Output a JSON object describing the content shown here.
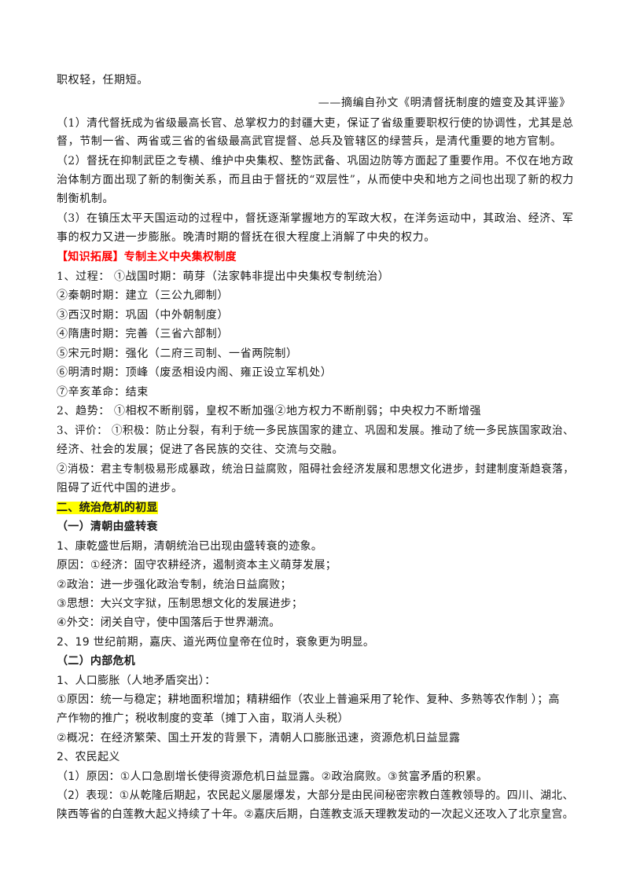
{
  "part1": {
    "l0": "职权轻，任期短。",
    "source": "——摘编自孙文《明清督抚制度的嬗变及其评鉴》",
    "p1a": "（1）清代督抚成为省级最高长官、总掌权力的封疆大吏，保证了省级重要职权行使的协调性，尤其是总",
    "p1b": "督，节制一省、两省或三省的省级最高武官提督、总兵及管辖区的绿营兵，是清代重要的地方官制。",
    "p2a": "（2）督抚在抑制武臣之专横、维护中央集权、整饬武备、巩固边防等方面起了重要作用。不仅在地方政",
    "p2b": "治体制方面出现了新的制衡关系，而且由于督抚的“双层性”，从而使中央和地方之间也出现了新的权力",
    "p2c": "制衡机制。",
    "p3a": "（3）在镇压太平天国运动的过程中，督抚逐渐掌握地方的军政大权，在洋务运动中，其政治、经济、军",
    "p3b": "事的权力又进一步膨胀。晚清时期的督抚在很大程度上消解了中央的权力。"
  },
  "knowledge": {
    "title": "【知识拓展】专制主义中央集权制度",
    "process_1": "1、过程： ①战国时期：萌芽（法家韩非提出中央集权专制统治）",
    "process_2": "②秦朝时期：建立（三公九卿制）",
    "process_3": "③西汉时期：巩固（中外朝制度）",
    "process_4": "④隋唐时期：完善（三省六部制）",
    "process_5": "⑤宋元时期：强化（二府三司制、一省两院制）",
    "process_6": "⑥明清时期：顶峰（废丞相设内阁、雍正设立军机处）",
    "process_7": "⑦辛亥革命：结束",
    "trend": "2、趋势： ①相权不断削弱，皇权不断加强②地方权力不断削弱；中央权力不断增强",
    "eval_1": "3、评价： ①积极：防止分裂，有利于统一多民族国家的建立、巩固和发展。推动了统一多民族国家政治、",
    "eval_2": "经济、社会的发展；促进了各民族的交往、交流与交融。",
    "eval_3": "②消极：君主专制极易形成暴政，统治日益腐败，阻碍社会经济发展和思想文化进步，封建制度渐趋衰落，",
    "eval_4": "阻碍了近代中国的进步。"
  },
  "section2": {
    "title": "二、统治危机的初显",
    "sub1": "（一）清朝由盛转衰",
    "s1": "1、康乾盛世后期，清朝统治已出现由盛转衰的迹象。",
    "s2": "原因：①经济：固守农耕经济，遏制资本主义萌芽发展；",
    "s3": "②政治：进一步强化政治专制，统治日益腐败；",
    "s4": "③思想：大兴文字狱，压制思想文化的发展进步；",
    "s5": "④外交：闭关自守，使中国落后于世界潮流。",
    "s6": "2、19 世纪前期，嘉庆、道光两位皇帝在位时，衰象更为明显。",
    "sub2": "（二）内部危机",
    "t1": "1、人口膨胀（人地矛盾突出）：",
    "t2": "①原因：统一与稳定；耕地面积增加；精耕细作（农业上普遍采用了轮作、复种、多熟等农作制 ）；高",
    "t3": "产作物的推广；税收制度的变革（摊丁入亩，取消人头税）",
    "t4": "②概况：在经济繁荣、国土开发的背景下，清朝人口膨胀迅速，资源危机日益显露",
    "t5": "2、农民起义",
    "t6": "（1）原因：①人口急剧增长使得资源危机日益显露。②政治腐败。③贫富矛盾的积累。",
    "t7": "（2）表现：①从乾隆后期起，农民起义屡屡爆发，大部分是由民间秘密宗教白莲教领导的。四川、湖北、",
    "t8": "陕西等省的白莲教大起义持续了十年。②嘉庆后期，白莲教支派天理教发动的一次起义还攻入了北京皇宫。"
  },
  "colors": {
    "heading_red": "#ff0000",
    "highlight_yellow": "#ffff00",
    "text": "#1a1a1a"
  }
}
